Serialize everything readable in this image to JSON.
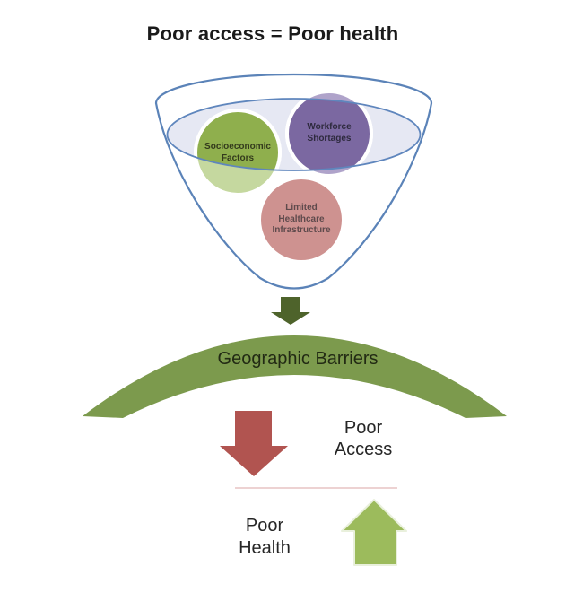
{
  "title": {
    "text": "Poor access = Poor health"
  },
  "funnel": {
    "stroke_color": "#5B83B8",
    "bowl_fill": "#E6E8F3",
    "bowl_stroke": "#5F86BD",
    "circles": [
      {
        "id": "socioeconomic",
        "label": "Socioeconomic Factors",
        "fill": "#8FAF4D",
        "fill_faded": "#C5D89F",
        "text_color": "#333A1C"
      },
      {
        "id": "workforce",
        "label": "Workforce Shortages",
        "fill": "#7B68A1",
        "fill_faded": "#AFA3CA",
        "text_color": "#2E2A3E"
      },
      {
        "id": "infrastructure",
        "label": "Limited Healthcare Infrastructure",
        "fill": "#CE9290",
        "text_color": "#5E4A4C"
      }
    ],
    "drop_arrow_color": "#4E632B"
  },
  "barrier": {
    "label": "Geographic Barriers",
    "fill": "#7C9A4D",
    "text_color": "#222A14"
  },
  "flow": {
    "poor_access": {
      "label": "Poor Access",
      "arrow_color": "#B15450"
    },
    "divider_color": "#E7C3C3",
    "poor_health": {
      "label": "Poor Health",
      "arrow_color": "#9CBB5C",
      "arrow_halo": "#E9F0DC"
    }
  }
}
